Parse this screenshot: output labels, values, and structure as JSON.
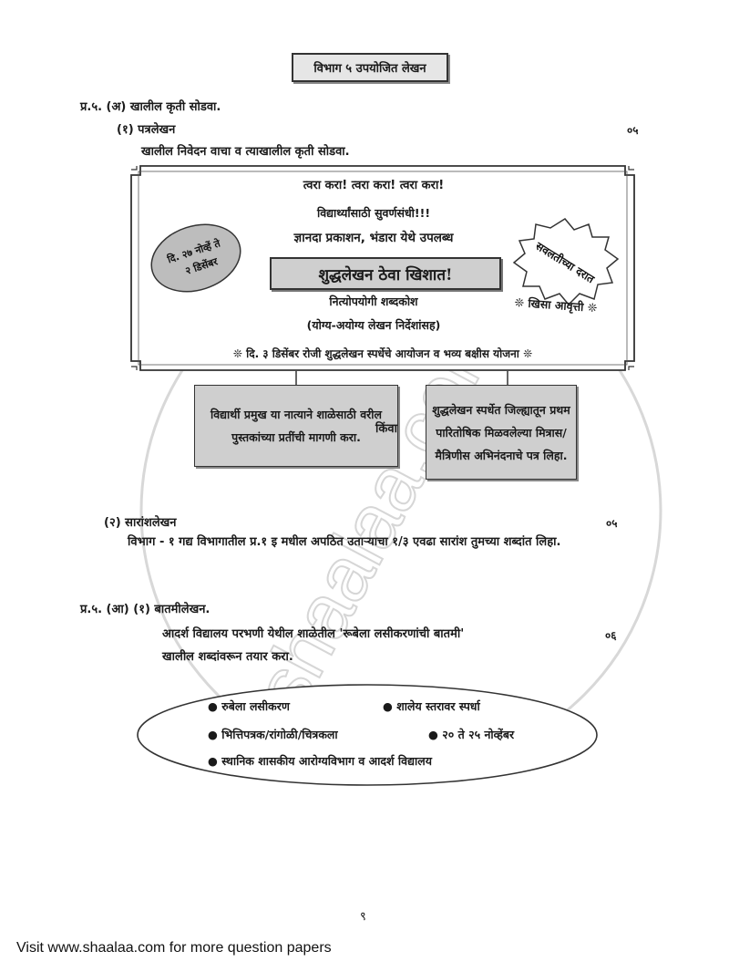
{
  "section_title": "विभाग ५ उपयोजित लेखन",
  "q5a": {
    "heading": "प्र.५. (अ) खालील कृती सोडवा.",
    "part1": {
      "label": "(१) पत्रलेखन",
      "marks": "०५",
      "instruction": "खालील निवेदन वाचा व त्याखालील कृती सोडवा."
    },
    "ad": {
      "line1": "त्वरा करा! त्वरा करा! त्वरा करा!",
      "line2": "विद्यार्थ्यांसाठी सुवर्णसंधी!!!",
      "line3": "ज्ञानदा प्रकाशन, भंडारा येथे उपलब्ध",
      "banner": "शुद्धलेखन ठेवा खिशात!",
      "line4": "नित्योपयोगी शब्दकोश",
      "line5": "(योग्य-अयोग्य लेखन निर्देशांसह)",
      "bottom": "❊ दि. ३ डिसेंबर रोजी शुद्धलेखन स्पर्धेचे आयोजन व भव्य बक्षीस योजना ❊",
      "oval_line1": "दि. २७ नोव्हें ते",
      "oval_line2": "२ डिसेंबर",
      "burst_text": "सवलतीच्या दरात",
      "pocket_edition": "❊ खिसा आवृत्ती ❊"
    },
    "task_left": "विद्यार्थी प्रमुख या नात्याने शाळेसाठी वरील पुस्तकांच्या प्रतींची मागणी करा.",
    "or_label": "किंवा",
    "task_right": "शुद्धलेखन स्पर्धेत जिल्ह्यातून प्रथम पारितोषिक मिळवलेल्या मित्रास/मैत्रिणीस अभिनंदनाचे पत्र लिहा.",
    "part2": {
      "label": "(२) सारांशलेखन",
      "marks": "०५",
      "instruction": "विभाग - १ गद्य विभागातील प्र.१ इ मधील अपठित उताऱ्याचा १/३ एवढा सारांश तुमच्या शब्दांत लिहा."
    }
  },
  "q5b": {
    "heading": "प्र.५. (आ) (१) बातमीलेखन.",
    "instruction_line1": "आदर्श विद्यालय परभणी येथील शाळेतील 'रूबेला लसीकरणांची बातमी'",
    "instruction_line2": "खालील शब्दांवरून तयार करा.",
    "marks": "०६",
    "keywords": [
      "रुबेला लसीकरण",
      "शालेय स्तरावर स्पर्धा",
      "भित्तिपत्रक/रांगोळी/चित्रकला",
      "२० ते २५ नोव्हेंबर",
      "स्थानिक शासकीय आरोग्यविभाग व आदर्श विद्यालय"
    ]
  },
  "page_number": "९",
  "watermark": "shaalaa.com",
  "footer": "Visit www.shaalaa.com for more question papers"
}
